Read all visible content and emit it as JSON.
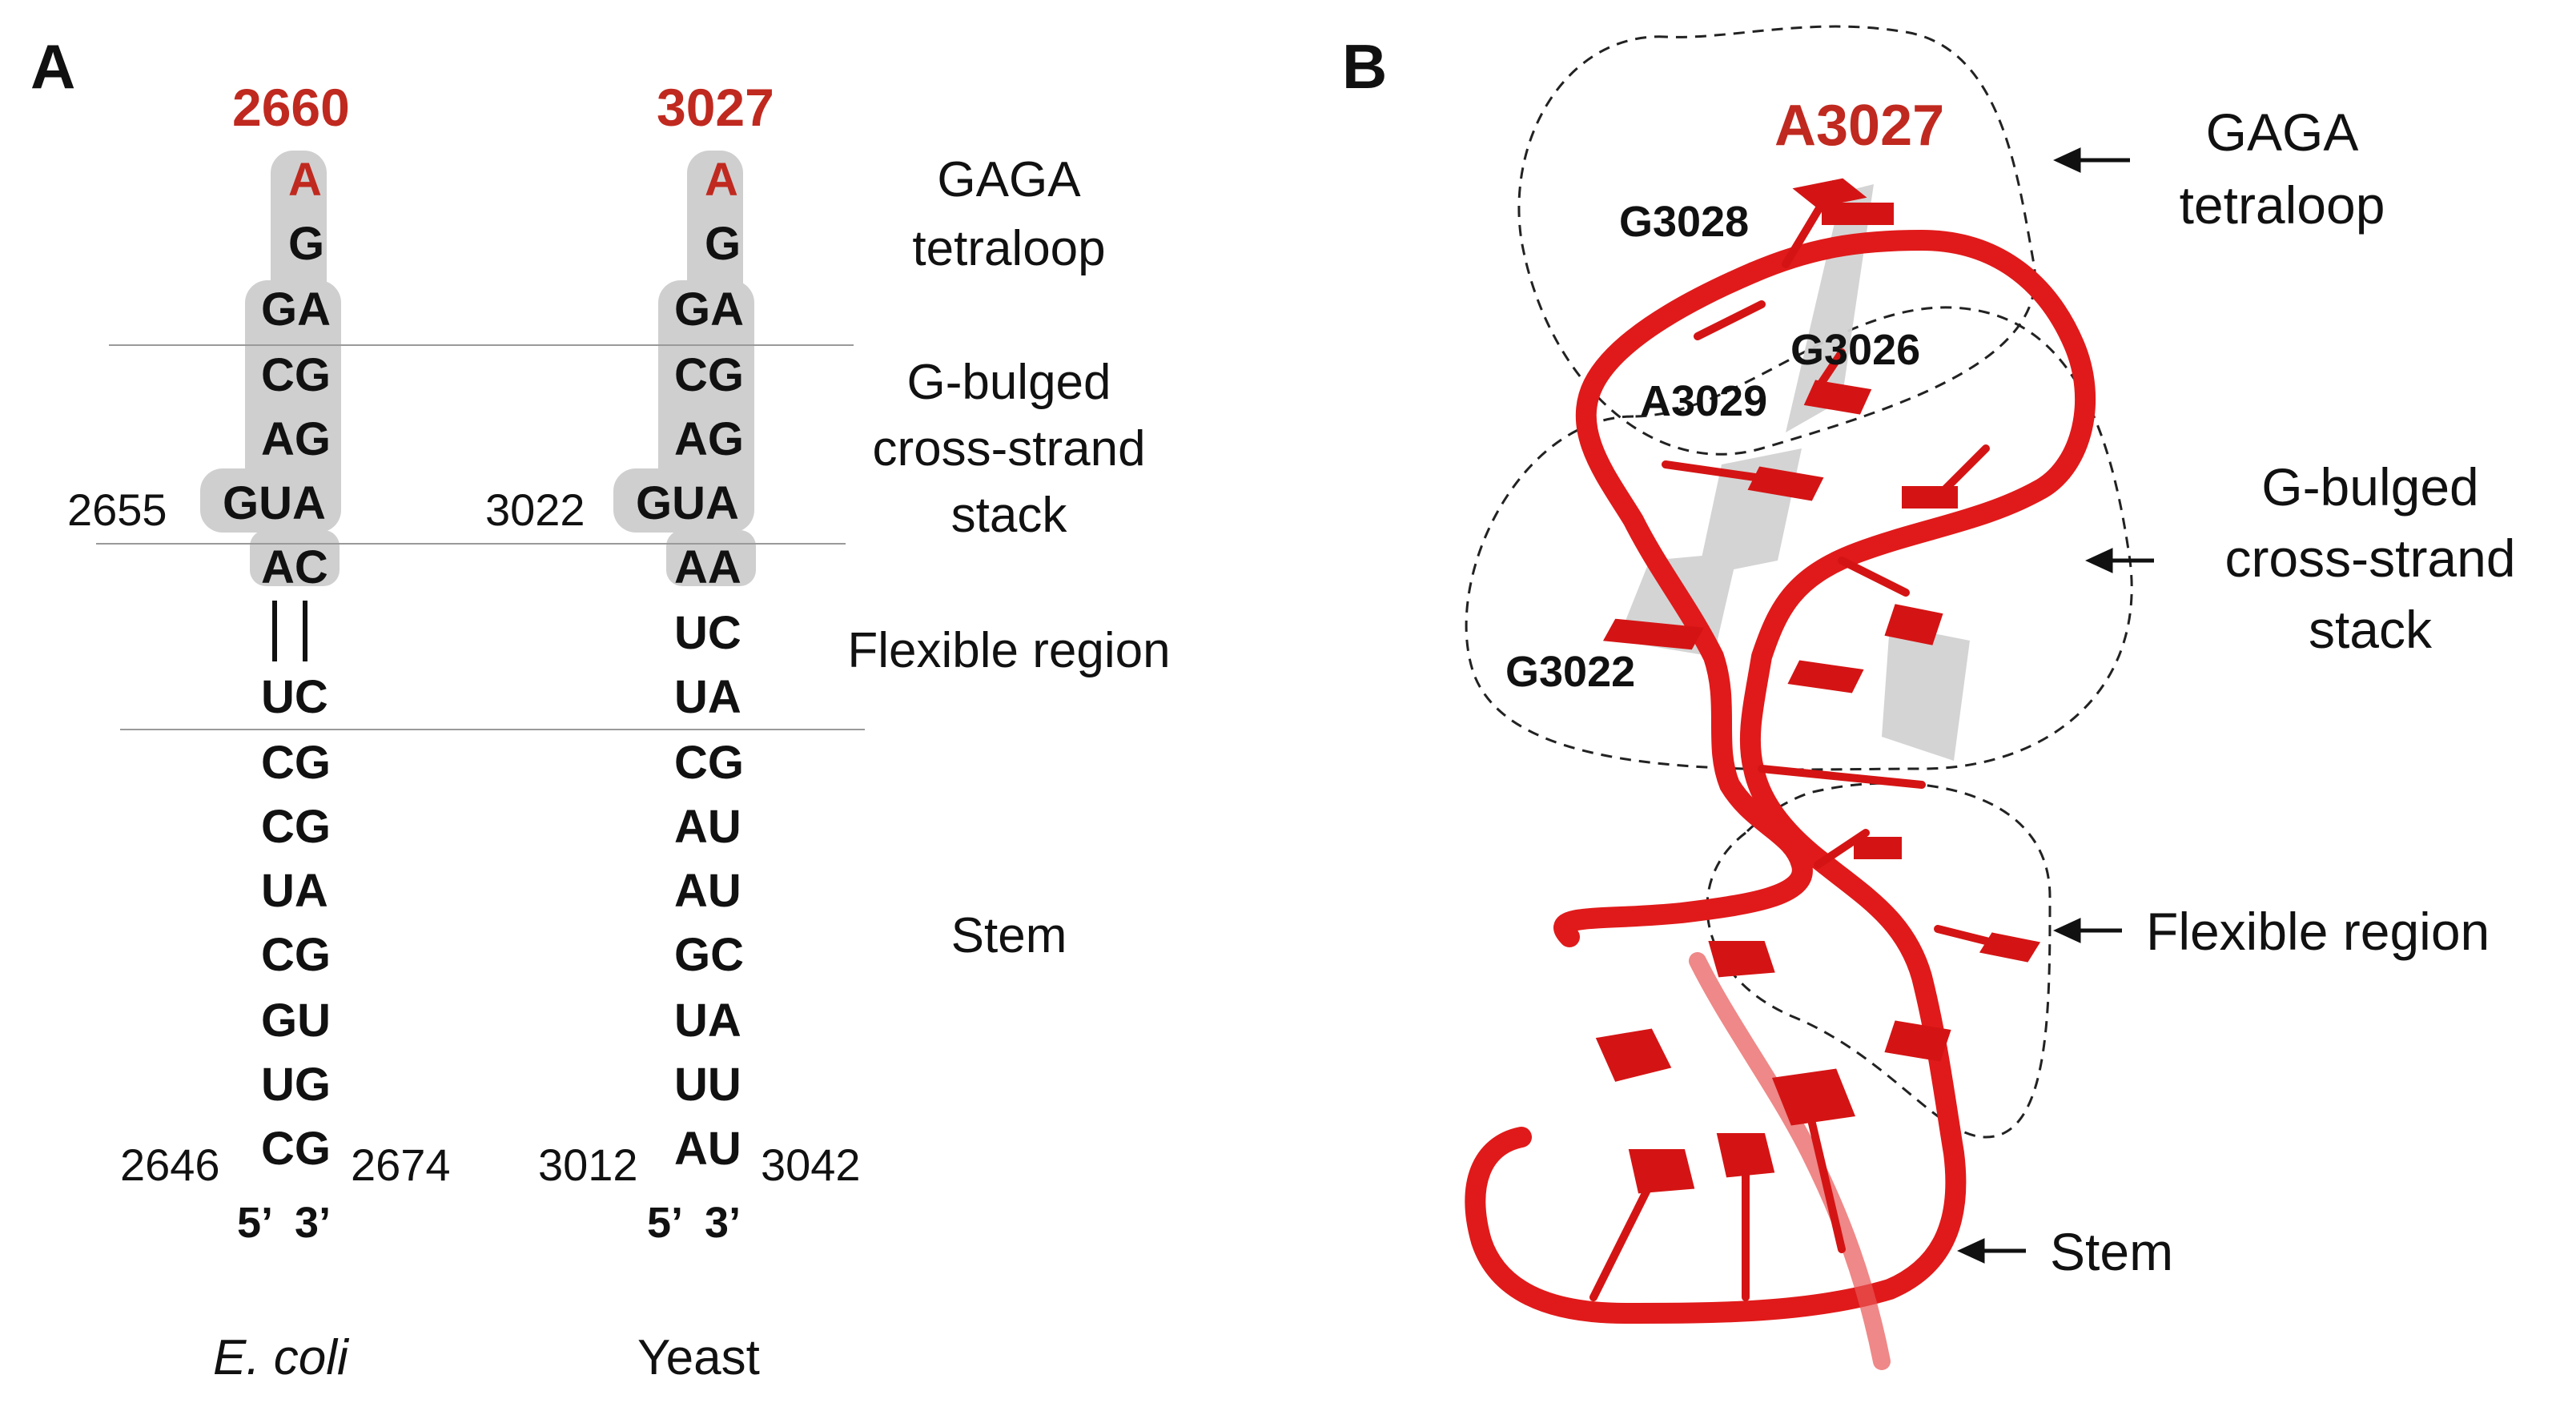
{
  "panel_a": {
    "letter": "A",
    "ecoli": {
      "top_number": "2660",
      "loop_top": "A",
      "loop_g": "G",
      "rows": [
        "GA",
        "CG",
        "AG",
        "GUA",
        "AC",
        "UC",
        "CG",
        "CG",
        "UA",
        "CG",
        "GU",
        "UG",
        "CG"
      ],
      "left_pos_bulge": "2655",
      "left_pos_bottom": "2646",
      "right_pos_bottom": "2674",
      "ends": "5’  3’",
      "species": "E. coli"
    },
    "yeast": {
      "top_number": "3027",
      "loop_top": "A",
      "loop_g": "G",
      "rows": [
        "GA",
        "CG",
        "AG",
        "GUA",
        "AA",
        "UC",
        "UA",
        "CG",
        "AU",
        "AU",
        "GC",
        "UA",
        "UU",
        "AU"
      ],
      "left_pos_bulge": "3022",
      "left_pos_bottom": "3012",
      "right_pos_bottom": "3042",
      "ends": "5’  3’",
      "species": "Yeast"
    },
    "region_labels": {
      "tetraloop_1": "GAGA",
      "tetraloop_2": "tetraloop",
      "bulge_1": "G-bulged",
      "bulge_2": "cross-strand",
      "bulge_3": "stack",
      "flexible": "Flexible region",
      "stem": "Stem"
    }
  },
  "panel_b": {
    "letter": "B",
    "residue_top": "A3027",
    "residues": [
      "G3028",
      "G3026",
      "A3029",
      "G3022"
    ],
    "region_labels": {
      "tetraloop_1": "GAGA",
      "tetraloop_2": "tetraloop",
      "bulge_1": "G-bulged",
      "bulge_2": "cross-strand",
      "bulge_3": "stack",
      "flexible": "Flexible region",
      "stem": "Stem"
    }
  },
  "colors": {
    "accent_red": "#c0291f",
    "rna_red": "#e01a1a",
    "shade_gray": "#cfcfcf"
  }
}
